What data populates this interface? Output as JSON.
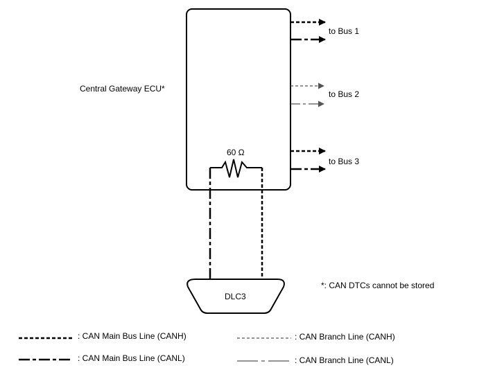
{
  "colors": {
    "line": "#000000",
    "branch_line": "#555555",
    "background": "#ffffff"
  },
  "gateway": {
    "label": "Central Gateway ECU*"
  },
  "resistor": {
    "label": "60 Ω"
  },
  "buses": [
    {
      "label": "to Bus 1"
    },
    {
      "label": "to Bus 2"
    },
    {
      "label": "to Bus 3"
    }
  ],
  "connector": {
    "label": "DLC3"
  },
  "note": {
    "text": "*: CAN DTCs cannot be stored"
  },
  "legend": [
    {
      "label": ": CAN Main Bus Line (CANH)"
    },
    {
      "label": ": CAN Main Bus Line (CANL)"
    },
    {
      "label": ": CAN Branch Line (CANH)"
    },
    {
      "label": ": CAN Branch Line (CANL)"
    }
  ]
}
